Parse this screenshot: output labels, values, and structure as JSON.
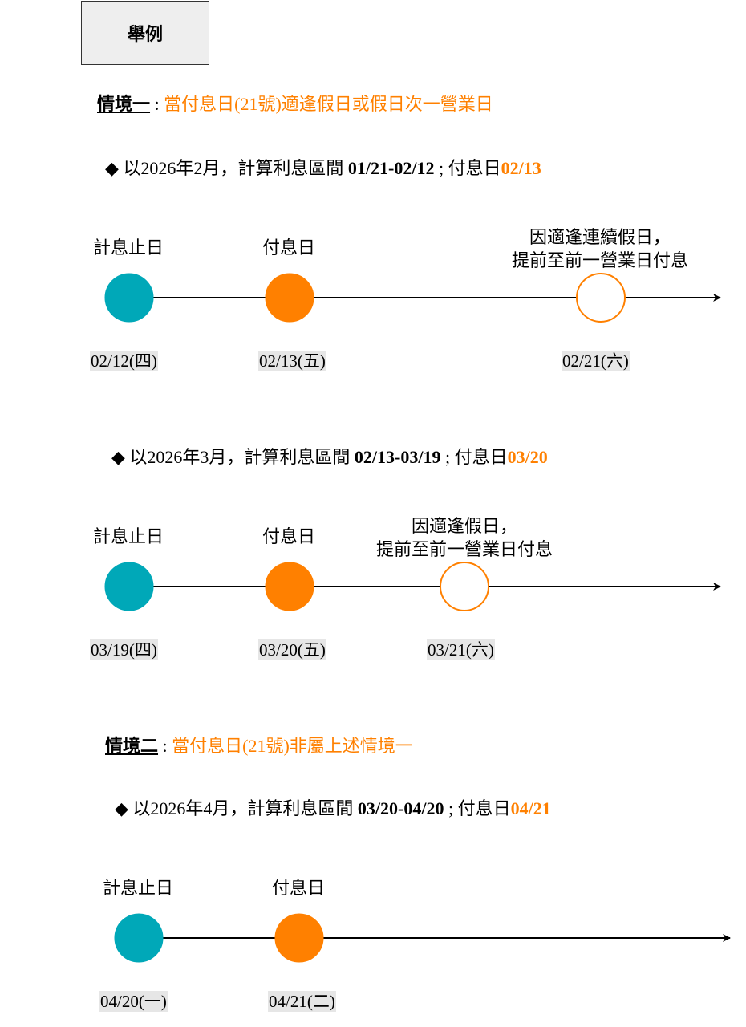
{
  "header": {
    "title": "舉例"
  },
  "colors": {
    "teal": "#00A8B8",
    "orange": "#FF8000"
  },
  "scenario1": {
    "name": "情境一",
    "sep": " : ",
    "desc": "當付息日(21號)適逢假日或假日次一營業日",
    "examples": [
      {
        "prefix": "◆ 以2026年2月，計算利息區間 ",
        "range": "01/21-02/12",
        "mid": " ; 付息日",
        "pay": "02/13",
        "labels": {
          "stop": "計息止日",
          "pay": "付息日"
        },
        "note": [
          "因適逢連續假日，",
          "提前至前一營業日付息"
        ],
        "dates": [
          "02/12(四)",
          "02/13(五)",
          "02/21(六)"
        ]
      },
      {
        "prefix": "◆ 以2026年3月，計算利息區間 ",
        "range": "02/13-03/19",
        "mid": " ; 付息日",
        "pay": "03/20",
        "labels": {
          "stop": "計息止日",
          "pay": "付息日"
        },
        "note": [
          "因適逢假日，",
          "提前至前一營業日付息"
        ],
        "dates": [
          "03/19(四)",
          "03/20(五)",
          "03/21(六)"
        ]
      }
    ]
  },
  "scenario2": {
    "name": "情境二",
    "sep": " : ",
    "desc": "當付息日(21號)非屬上述情境一",
    "example": {
      "prefix": "◆ 以2026年4月，計算利息區間 ",
      "range": "03/20-04/20",
      "mid": " ; 付息日",
      "pay": "04/21",
      "labels": {
        "stop": "計息止日",
        "pay": "付息日"
      },
      "dates": [
        "04/20(一)",
        "04/21(二)"
      ]
    }
  }
}
